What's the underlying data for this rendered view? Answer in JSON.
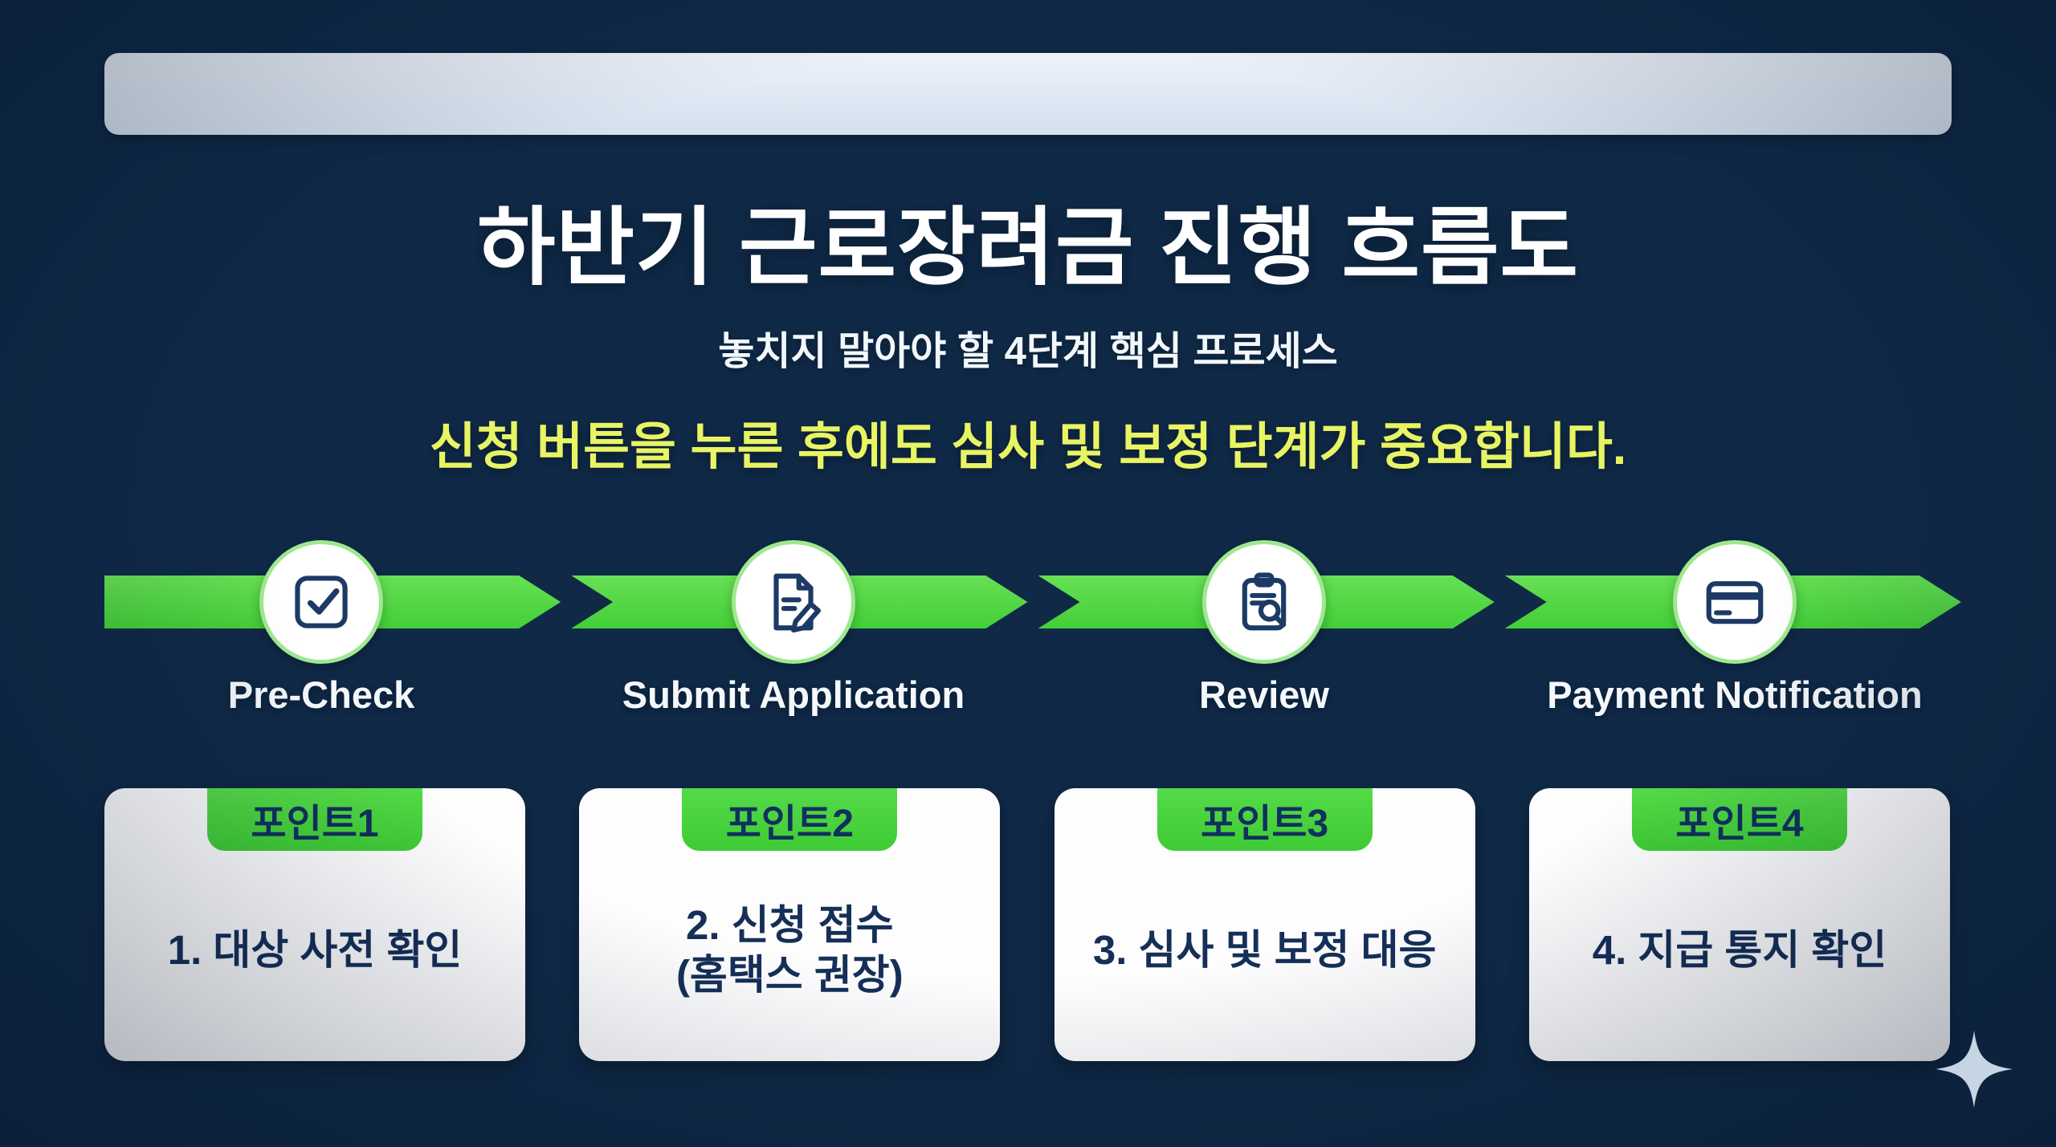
{
  "header": {
    "title": "하반기 근로장려금 진행 흐름도",
    "subtitle": "놓치지 말아야 할 4단계 핵심 프로세스",
    "highlight": "신청 버튼을 누른 후에도 심사 및 보정 단계가 중요합니다."
  },
  "steps": [
    {
      "label": "Pre-Check",
      "icon": "check-square-icon"
    },
    {
      "label": "Submit Application",
      "icon": "document-edit-icon"
    },
    {
      "label": "Review",
      "icon": "clipboard-search-icon"
    },
    {
      "label": "Payment Notification",
      "icon": "credit-card-icon"
    }
  ],
  "points": [
    {
      "badge": "포인트1",
      "line1": "1. 대상 사전 확인"
    },
    {
      "badge": "포인트2",
      "line1": "2. 신청 접수",
      "line2": "(홈택스 권장)"
    },
    {
      "badge": "포인트3",
      "line1": "3. 심사 및 보정 대응"
    },
    {
      "badge": "포인트4",
      "line1": "4. 지급 통지 확인"
    }
  ],
  "colors": {
    "background_navy": "#1f4775",
    "accent_green": "#46d33c",
    "highlight_yellow": "#e9f464",
    "card_text_navy": "#152f58",
    "top_bar_light": "#dbe6f2"
  }
}
